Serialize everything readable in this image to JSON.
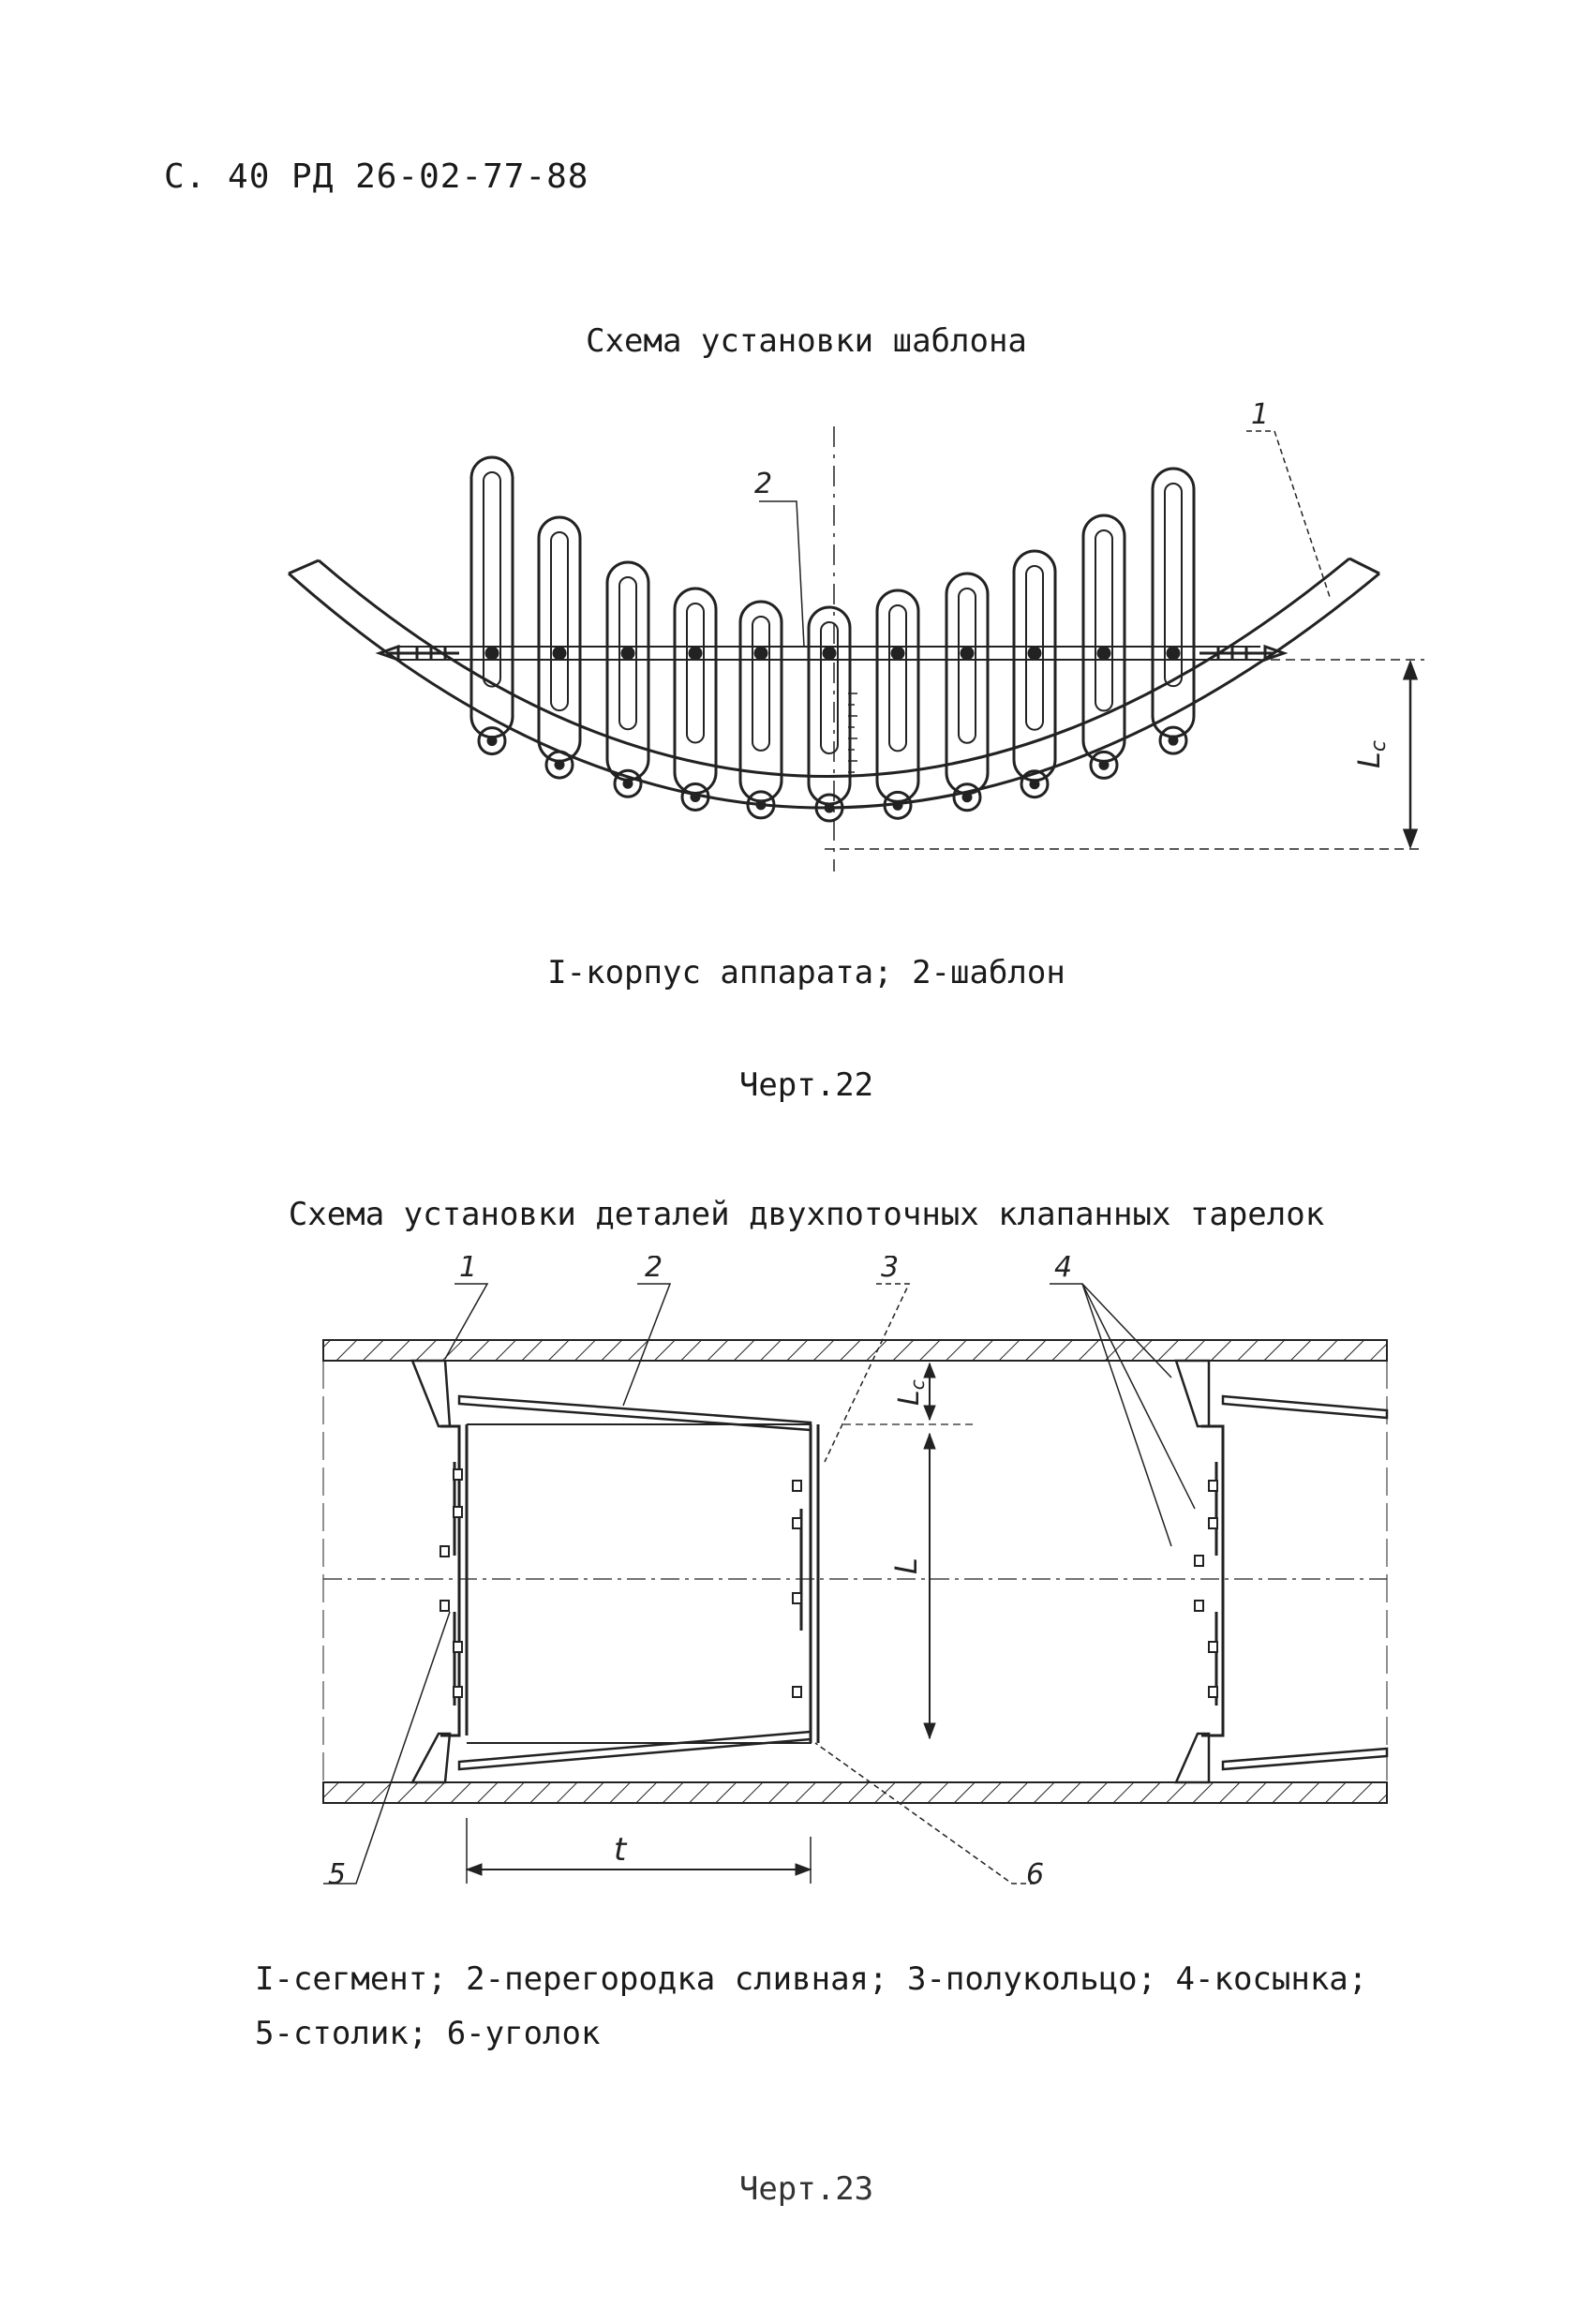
{
  "header": "С. 40 РД 26-02-77-88",
  "figure1": {
    "title": "Схема установки шаблона",
    "labels": [
      "1",
      "2",
      "L_c"
    ],
    "legend": "I-корпус аппарата; 2-шаблон",
    "caption": "Черт.22"
  },
  "figure2": {
    "title": "Схема установки деталей двухпоточных клапанных тарелок",
    "labels": [
      "1",
      "2",
      "3",
      "4",
      "5",
      "6",
      "L_c",
      "L",
      "t"
    ],
    "legend_line1": "I-сегмент; 2-перегородка сливная; 3-полукольцо; 4-косынка;",
    "legend_line2": "5-столик; 6-уголок",
    "caption": "Черт.23"
  }
}
